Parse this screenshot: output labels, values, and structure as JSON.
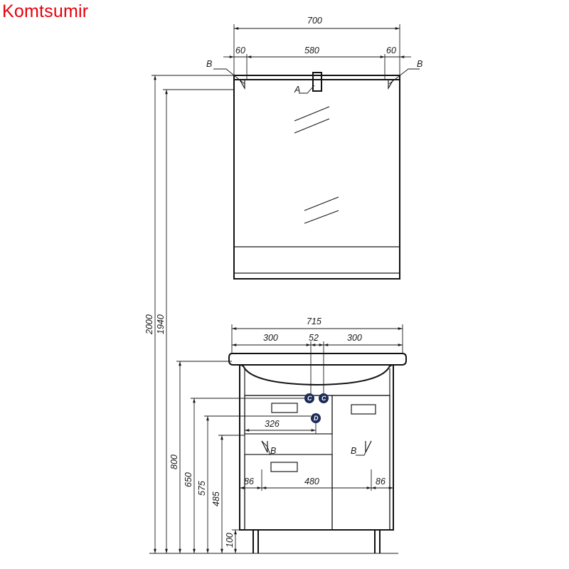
{
  "brand": "Komtsumir",
  "colors": {
    "brand": "#e8000b",
    "line": "#1a1a1a",
    "marker": "#1c2b59"
  },
  "mirror_dims": {
    "total": "700",
    "left": "60",
    "middle": "580",
    "right": "60"
  },
  "cabinet_dims": {
    "total": "715",
    "left": "300",
    "middle": "52",
    "right": "300",
    "drawer_depth": "326",
    "inner_left": "86",
    "inner_middle": "480",
    "inner_right": "86"
  },
  "heights": {
    "h2000": "2000",
    "h1940": "1940",
    "h800": "800",
    "h650": "650",
    "h575": "575",
    "h485": "485",
    "h100": "100"
  },
  "markers": {
    "a": "A",
    "b": "B",
    "c": "C",
    "d": "D"
  }
}
